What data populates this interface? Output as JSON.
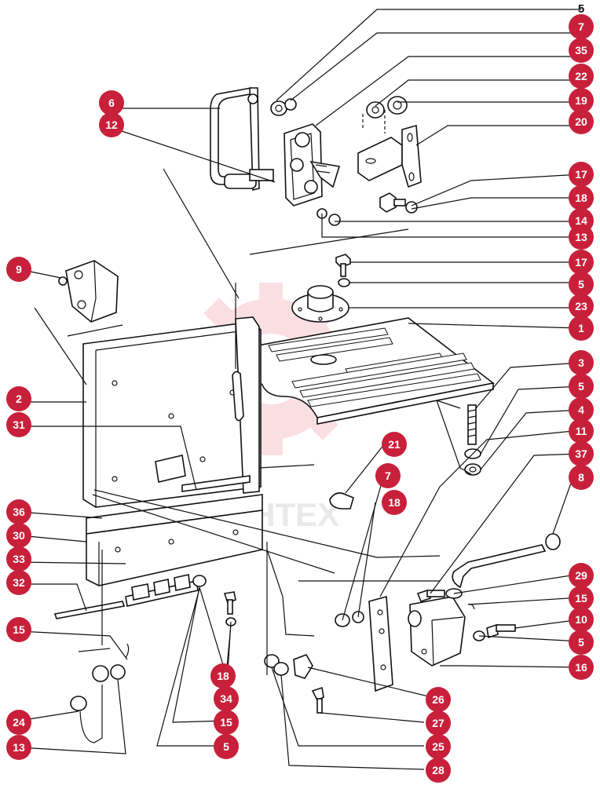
{
  "diagram": {
    "watermark_text": "ИНТЕХ",
    "callout_color": "#c8203a",
    "watermark_color": "#f3c6cb",
    "labels": {
      "c5_top": "5",
      "c7_top": "7",
      "c35": "35",
      "c22": "22",
      "c19": "19",
      "c20": "20",
      "c6": "6",
      "c12": "12",
      "c17_a": "17",
      "c18_a": "18",
      "c14": "14",
      "c13_a": "13",
      "c9": "9",
      "c17_b": "17",
      "c5_b": "5",
      "c23": "23",
      "c1": "1",
      "c2": "2",
      "c31": "31",
      "c3": "3",
      "c5_c": "5",
      "c4": "4",
      "c11": "11",
      "c21": "21",
      "c37": "37",
      "c7_b": "7",
      "c8": "8",
      "c18_b": "18",
      "c36": "36",
      "c30": "30",
      "c33": "33",
      "c32": "32",
      "c29": "29",
      "c15_a": "15",
      "c10": "10",
      "c15_b": "15",
      "c5_d": "5",
      "c16": "16",
      "c18_c": "18",
      "c26": "26",
      "c34": "34",
      "c27": "27",
      "c24": "24",
      "c15_c": "15",
      "c25": "25",
      "c13_b": "13",
      "c5_e": "5",
      "c28": "28"
    }
  }
}
